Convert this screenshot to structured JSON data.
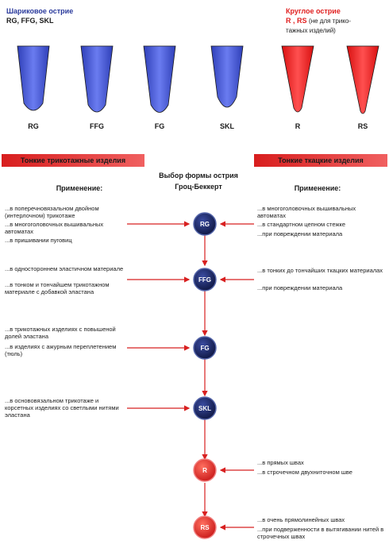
{
  "header": {
    "left_title": "Шариковое острие",
    "left_sub": "RG, FFG, SKL",
    "right_title": "Круглое острие",
    "right_sub_codes": "R , RS",
    "right_sub_note": "(не для трико-",
    "right_sub_note2": "тажных изделий)"
  },
  "tips": [
    {
      "label": "RG",
      "color": "#4a5fd8"
    },
    {
      "label": "FFG",
      "color": "#4a5fd8"
    },
    {
      "label": "FG",
      "color": "#4a5fd8"
    },
    {
      "label": "SKL",
      "color": "#4a5fd8"
    },
    {
      "label": "R",
      "color": "#ff2a2a"
    },
    {
      "label": "RS",
      "color": "#ff2a2a"
    }
  ],
  "bars": {
    "left": "Тонкие трикотажные изделия",
    "right": "Тонкие ткацкие изделия"
  },
  "center_heading": {
    "line1": "Выбор формы острия",
    "line2": "Гроц-Беккерт"
  },
  "left_col_head": "Применение:",
  "right_col_head": "Применение:",
  "nodes": [
    {
      "label": "RG",
      "color": "#1c2a6b"
    },
    {
      "label": "FFG",
      "color": "#1c2a6b"
    },
    {
      "label": "FG",
      "color": "#1c2a6b"
    },
    {
      "label": "SKL",
      "color": "#1c2a6b"
    },
    {
      "label": "R",
      "color": "#e8302a"
    },
    {
      "label": "RS",
      "color": "#e8302a"
    }
  ],
  "left_items": [
    {
      "text": "...в поперечновязальном двойном (интерлочном) трикотаже"
    },
    {
      "text": "...в многоголовочных вышивальных автоматах"
    },
    {
      "text": "...в пришивании пуговиц"
    },
    {
      "text": "...в одностороннем эластичном материале"
    },
    {
      "text": "...в тонком и тончайшем трикотажном материале с добавкой эластана"
    },
    {
      "text": "...в трикотажных изделиях с повышеной долей эластана"
    },
    {
      "text": "...в изделиях с ажурным переплетением (тюль)"
    },
    {
      "text": "...в основовязальном трикотаже и корсетных изделиях со светлыми нитями эластана"
    }
  ],
  "right_items": [
    {
      "text": "...в многоголовочных вышивальных автоматах"
    },
    {
      "text": "...в стандартном цепном стежке"
    },
    {
      "text": "...при повреждении материала"
    },
    {
      "text": "...в тонких до тончайших ткацких материалах"
    },
    {
      "text": "...при повреждении материала"
    },
    {
      "text": "...в прямых швах"
    },
    {
      "text": "...в строчечном двухниточном шве"
    },
    {
      "text": "...в очень прямолинейных швах"
    },
    {
      "text": "...при подверженности в вытягивании нитей в строчечных швах"
    }
  ],
  "colors": {
    "arrow": "#d82020",
    "blue_tip": "#4a5fd8",
    "red_tip": "#ff2a2a",
    "node_blue": "#1c2a6b",
    "node_red": "#e8302a"
  }
}
